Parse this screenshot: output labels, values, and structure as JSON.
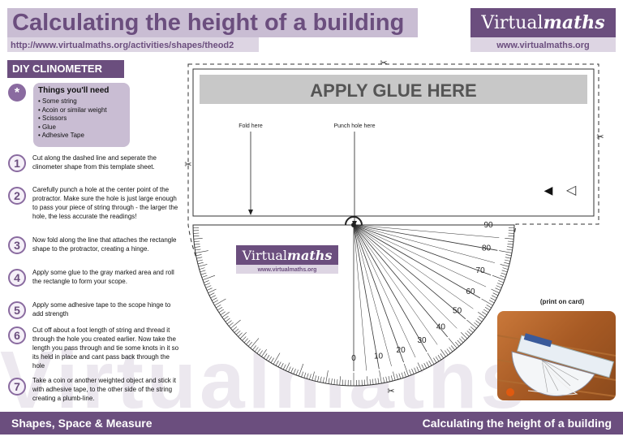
{
  "header": {
    "title": "Calculating the height of a building",
    "url": "http://www.virtualmaths.org/activities/shapes/theod2",
    "logo_plain": "Virtual",
    "logo_italic": "maths",
    "logo_url": "www.virtualmaths.org"
  },
  "diy": {
    "heading": "DIY CLINOMETER",
    "things_marker": "*",
    "things_title": "Things you'll need",
    "things": [
      "• Some string",
      "• Acoin or similar weight",
      "• Scissors",
      "• Glue",
      "• Adhesive Tape"
    ]
  },
  "steps": [
    {
      "num": "1",
      "text": "Cut along the dashed line and seperate the clinometer shape from this template sheet."
    },
    {
      "num": "2",
      "text": "Carefully punch a hole at the center point of the protractor. Make sure the hole is just large enough to pass your piece of string through - the larger the hole, the less accurate the readings!"
    },
    {
      "num": "3",
      "text": "Now fold along the line that attaches the rectangle shape to the protractor, creating a hinge."
    },
    {
      "num": "4",
      "text": "Apply some glue to the gray marked area and roll the rectangle to form your scope."
    },
    {
      "num": "5",
      "text": "Apply some adhesive tape to the scope hinge to add strength"
    },
    {
      "num": "6",
      "text": "Cut off about a foot length of string and thread it through the hole you created earlier. Now take the length you pass through and tie some knots in it so its held in place and cant pass back through the hole"
    },
    {
      "num": "7",
      "text": "Take a coin or another weighted object and stick it with adhesive tape, to the other side of the string creating a plumb-line."
    }
  ],
  "template": {
    "glue_label": "APPLY GLUE HERE",
    "fold_label": "Fold here",
    "punch_label": "Punch hole here",
    "arrow_glyph": "◀",
    "eye_glyph": "◁",
    "scissors_glyph": "✂",
    "angle_labels": [
      "0",
      "10",
      "20",
      "30",
      "40",
      "50",
      "60",
      "70",
      "80",
      "90"
    ],
    "logo_plain": "Virtual",
    "logo_italic": "maths",
    "logo_url": "www.virtualmaths.org"
  },
  "photo": {
    "label": "(print on card)"
  },
  "watermark": "Virtualmaths",
  "footer": {
    "left": "Shapes, Space & Measure",
    "right": "Calculating the height of a building"
  },
  "colors": {
    "brand_purple": "#6b4e7e",
    "light_purple": "#c9bdd3",
    "glue_gray": "#c8c8c8"
  }
}
